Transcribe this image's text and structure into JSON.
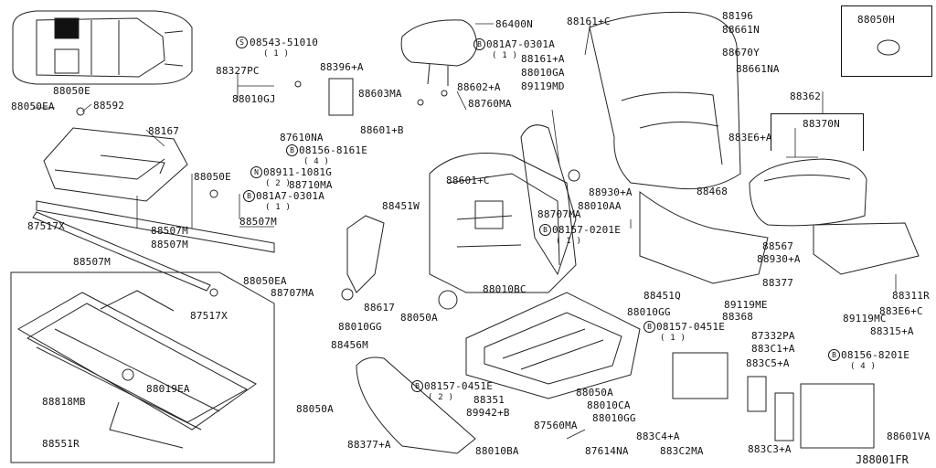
{
  "diagram": {
    "footer": "J88001FR",
    "labels": {
      "l86400N": "86400N",
      "l88161C": "88161+C",
      "l88196": "88196",
      "l88661N": "88661N",
      "l88050H": "88050H",
      "l08543": "08543-51010",
      "l08543q": "( 1 )",
      "l081A7a": "081A7-0301A",
      "l081A7aq": "( 1 )",
      "l88161A": "88161+A",
      "l88010GA": "88010GA",
      "l89119MD": "89119MD",
      "l88670Y": "88670Y",
      "l88661NA": "88661NA",
      "l88327PC": "88327PC",
      "l88396A": "88396+A",
      "l88010GJ": "88010GJ",
      "l88603MA": "88603MA",
      "l88602A": "88602+A",
      "l88760MA": "88760MA",
      "l88362": "88362",
      "l88370N": "88370N",
      "l883E6A": "883E6+A",
      "l88050E_top": "88050E",
      "l88050EA_top": "88050EA",
      "l88592": "88592",
      "l88167": "88167",
      "l87610NA": "87610NA",
      "l88601B": "88601+B",
      "l08156a": "08156-8161E",
      "l08156aq": "( 4 )",
      "l88050E_mid": "88050E",
      "l08911": "08911-1081G",
      "l08911q": "( 2 )",
      "l88710MA": "88710MA",
      "l88601C": "88601+C",
      "l88468": "88468",
      "l88930A_top": "88930+A",
      "l88010AA": "88010AA",
      "l88707MA_top": "88707MA",
      "l081A7b": "081A7-0301A",
      "l081A7bq": "( 1 )",
      "l88451W": "88451W",
      "l88507M_a": "88507M",
      "l88507M_b": "88507M",
      "l88507M_c": "88507M",
      "l88507M_d": "88507M",
      "l08157a": "08157-0201E",
      "l08157aq": "( 1 )",
      "l88567": "88567",
      "l88930A_b": "88930+A",
      "l87517X_a": "87517X",
      "l88050EA_mid": "88050EA",
      "l88377": "88377",
      "l88707MA_b": "88707MA",
      "l88617": "88617",
      "l88010BC": "88010BC",
      "l88451Q": "88451Q",
      "l88311R": "88311R",
      "l89119ME": "89119ME",
      "l88368": "88368",
      "l883E6C": "883E6+C",
      "l87517X_b": "87517X",
      "l88050A_mid": "88050A",
      "l88010GG_a": "88010GG",
      "l88010GG_b": "88010GG",
      "l08157b": "08157-0451E",
      "l08157bq": "( 1 )",
      "l89119MC": "89119MC",
      "l88315A": "88315+A",
      "l88456M": "88456M",
      "l87332PA": "87332PA",
      "l883C1A": "883C1+A",
      "l08156b": "08156-8201E",
      "l08156bq": "( 4 )",
      "l883C5A": "883C5+A",
      "l88019EA": "88019EA",
      "l08157c": "08157-0451E",
      "l08157cq": "( 2 )",
      "l88050A_b": "88050A",
      "l88818MB": "88818MB",
      "l88351": "88351",
      "l88010CA": "88010CA",
      "l88050A_c": "88050A",
      "l89942B": "89942+B",
      "l88010GG_c": "88010GG",
      "l87560MA": "87560MA",
      "l88551R": "88551R",
      "l88377A": "88377+A",
      "l883C4A": "883C4+A",
      "l88601VA": "88601VA",
      "l88010BA": "88010BA",
      "l87614NA": "87614NA",
      "l883C2MA": "883C2MA",
      "l883C3A": "883C3+A"
    },
    "symbols": {
      "S": "S",
      "B": "B",
      "N": "N"
    }
  }
}
